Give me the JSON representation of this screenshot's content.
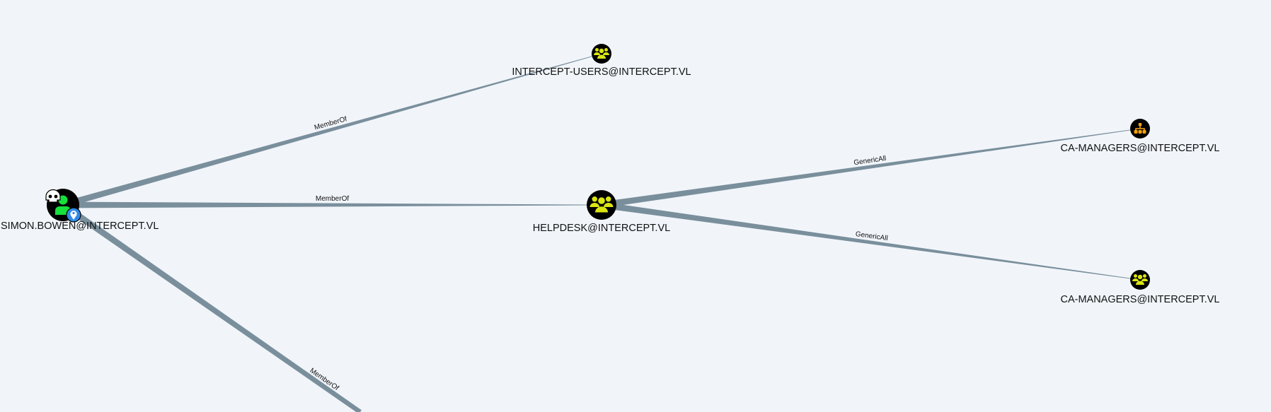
{
  "nodes": [
    {
      "id": "simon",
      "label": "SIMON.BOWEN@INTERCEPT.VL",
      "visible_label": "IMON.BOWEN@INTERCEPT.VL",
      "type": "user",
      "badges": [
        "skull-icon",
        "pin-icon"
      ]
    },
    {
      "id": "iu",
      "label": "INTERCEPT-USERS@INTERCEPT.VL",
      "type": "group"
    },
    {
      "id": "hd",
      "label": "HELPDESK@INTERCEPT.VL",
      "type": "group"
    },
    {
      "id": "ou",
      "label": "CA-MANAGERS@INTERCEPT.VL",
      "type": "ou"
    },
    {
      "id": "cag",
      "label": "CA-MANAGERS@INTERCEPT.VL",
      "type": "group"
    }
  ],
  "edges": [
    {
      "from": "simon",
      "to": "iu",
      "label": "MemberOf"
    },
    {
      "from": "simon",
      "to": "hd",
      "label": "MemberOf"
    },
    {
      "from": "hd",
      "to": "ou",
      "label": "GenericAll"
    },
    {
      "from": "hd",
      "to": "cag",
      "label": "GenericAll"
    },
    {
      "from": "simon",
      "to": "offscreen",
      "label": "MemberOf"
    }
  ],
  "colors": {
    "background": "#f1f5fa",
    "edge": "#7a8f9c",
    "user": "#17e03c",
    "group": "#dbe512",
    "ou": "#f5a20c",
    "pin": "#2f8ae6"
  }
}
